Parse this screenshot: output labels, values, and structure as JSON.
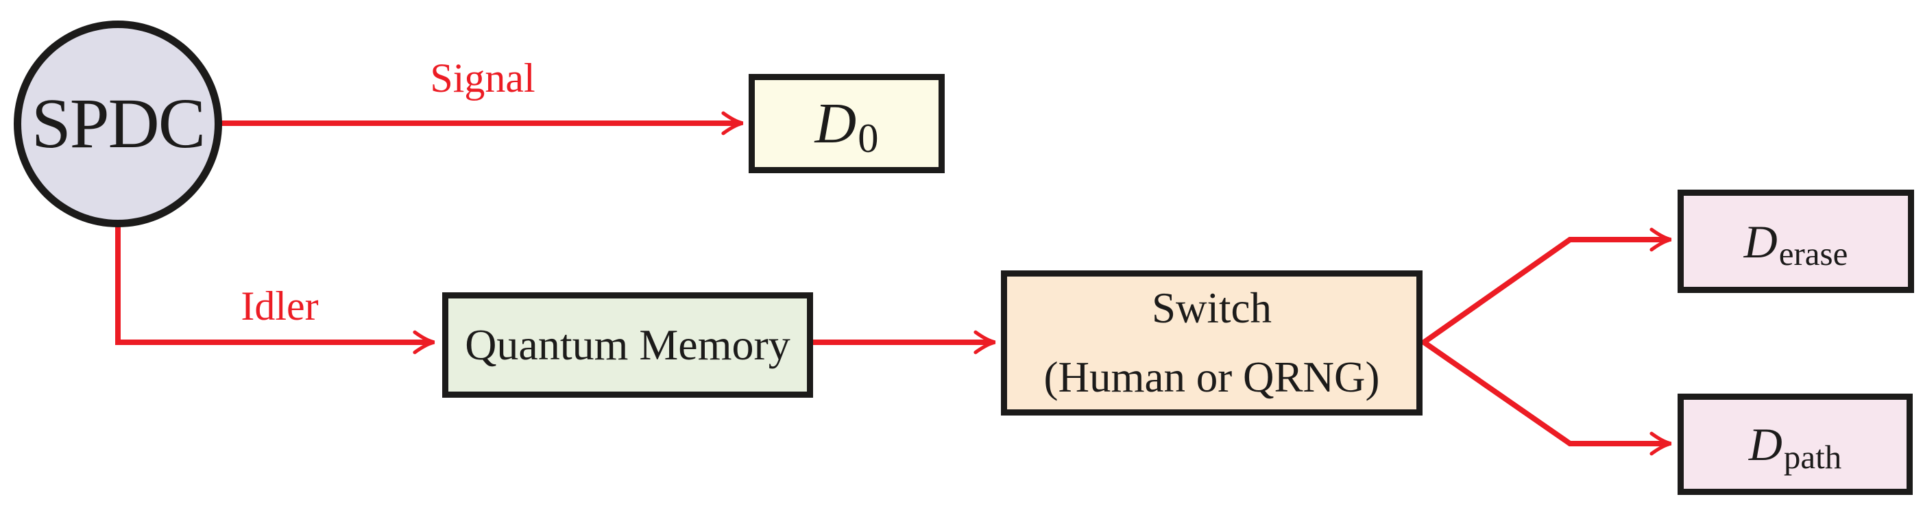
{
  "colors": {
    "arrow_red": "#ec1c24",
    "label_red": "#ec1c24",
    "border_black": "#1c1b1a",
    "spdc_fill": "#dedde9",
    "d0_fill": "#fdfbe6",
    "quantum_memory_fill": "#e8f0df",
    "switch_fill": "#fce9d2",
    "detector_pink_fill": "#f7e6ee"
  },
  "nodes": {
    "spdc": {
      "label": "SPDC"
    },
    "d0": {
      "base": "D",
      "sub": "0"
    },
    "quantum_memory": {
      "label": "Quantum Memory"
    },
    "switch": {
      "line1": "Switch",
      "line2": "(Human or QRNG)"
    },
    "d_erase": {
      "base": "D",
      "sub": "erase"
    },
    "d_path": {
      "base": "D",
      "sub": "path"
    }
  },
  "edges": {
    "signal": {
      "label": "Signal"
    },
    "idler": {
      "label": "Idler"
    }
  }
}
